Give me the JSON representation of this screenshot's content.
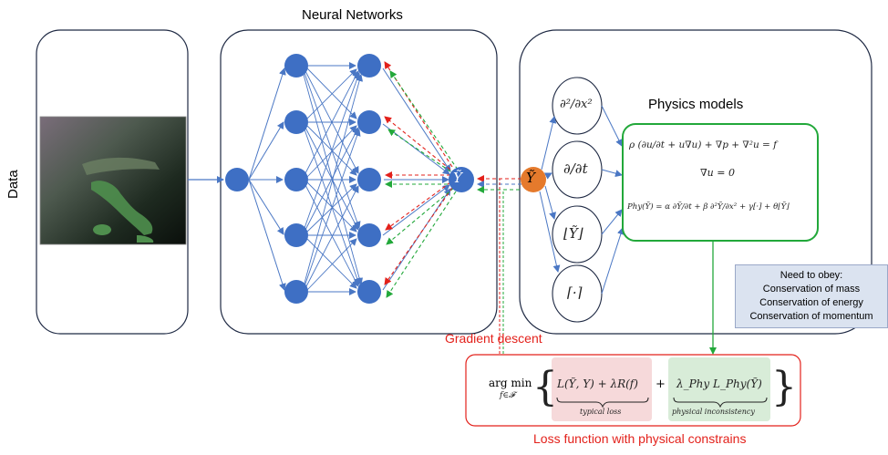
{
  "labels": {
    "data": "Data",
    "neural_networks": "Neural Networks",
    "physics_models": "Physics models",
    "gradient_descent": "Gradient descent",
    "loss_title": "Loss function with physical constrains"
  },
  "nodes": {
    "output": "Ỹ",
    "physics_input": "Ỹ",
    "op_second_derivative": "∂²/∂x²",
    "op_time_derivative": "∂/∂t",
    "op_floor": "⌊Ỹ⌋",
    "op_ceil": "⌈·⌉"
  },
  "equations": {
    "eq1": "ρ (∂u/∂t + u∇u) + ∇p + ∇²u = f",
    "eq2": "∇u = 0",
    "eq3": "Phy(Ỹ) = α ∂Ỹ/∂t + β ∂²Ỹ/∂x² + γ[·] + θ⌊Ỹ⌋"
  },
  "obey": {
    "title": "Need to obey:",
    "items": [
      "Conservation of mass",
      "Conservation of energy",
      "Conservation of momentum"
    ]
  },
  "loss": {
    "argmin": "arg min",
    "subscript": "f∈𝓕",
    "typical_expr": "L(Ỹ, Y) + λR(f)",
    "typical_label": "typical loss",
    "plus": "+",
    "phys_expr": "λ_Phy L_Phy(Ỹ)",
    "phys_label": "physical inconsistency"
  },
  "colors": {
    "node_blue": "#3e6fc4",
    "node_orange": "#e57a2c",
    "arrow_blue": "#4a77c4",
    "green": "#22a83a",
    "red": "#e3211b",
    "pink_box": "#f6d9da",
    "green_box": "#d8ecd8",
    "obey_box": "#dbe3f0"
  }
}
